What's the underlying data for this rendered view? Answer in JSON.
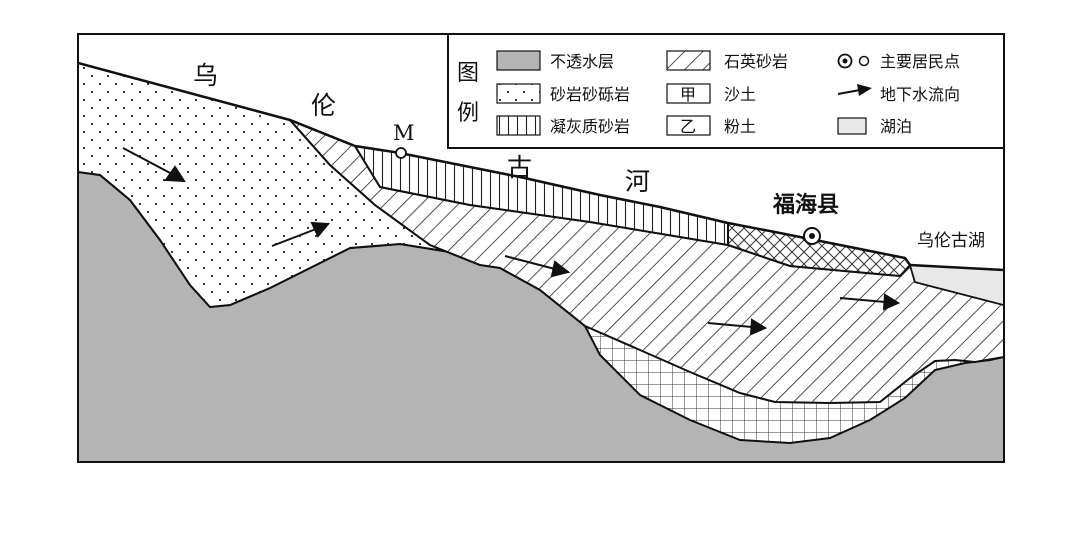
{
  "map_labels": {
    "wu": "乌",
    "lun": "伦",
    "gu": "古",
    "he": "河",
    "point_m": "M",
    "fuhai": "福海县",
    "lake": "乌伦古湖"
  },
  "legend": {
    "title_top": "图",
    "title_bottom": "例",
    "items": [
      {
        "label": "不透水层",
        "pattern": "gray-fill"
      },
      {
        "label": "砂岩砂砾岩",
        "pattern": "dots"
      },
      {
        "label": "凝灰质砂岩",
        "pattern": "vertical-lines"
      },
      {
        "label": "石英砂岩",
        "pattern": "diagonal-hatch"
      },
      {
        "label": "沙土",
        "pattern": "box",
        "symbol": "甲"
      },
      {
        "label": "粉土",
        "pattern": "box",
        "symbol": "乙"
      },
      {
        "label": "主要居民点",
        "pattern": "settlement-symbol"
      },
      {
        "label": "地下水流向",
        "pattern": "arrow"
      },
      {
        "label": "湖泊",
        "pattern": "light-gray-fill"
      }
    ]
  },
  "colors": {
    "impermeable": "#b4b4b4",
    "lake": "#e8e8e8",
    "stroke": "#111111"
  }
}
